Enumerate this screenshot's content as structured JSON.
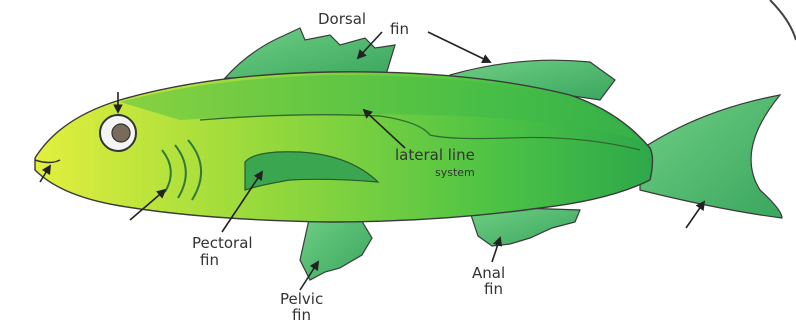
{
  "labels": {
    "dorsal": "Dorsal",
    "dorsal_fin": "fin",
    "lateral": "lateral line",
    "lateral_sub": "system",
    "pectoral": "Pectoral",
    "pectoral_fin": "fin",
    "pelvic": "Pelvic",
    "pelvic_fin": "fin",
    "anal": "Anal",
    "anal_fin": "fin"
  },
  "colors": {
    "body_light": "#d8ec3a",
    "body_mid": "#7fd83a",
    "body_dark": "#2fae46",
    "fin": "#4fbf6b",
    "fin_dark": "#2e9a55",
    "outline": "#3a3a3a",
    "ink": "#333333"
  }
}
